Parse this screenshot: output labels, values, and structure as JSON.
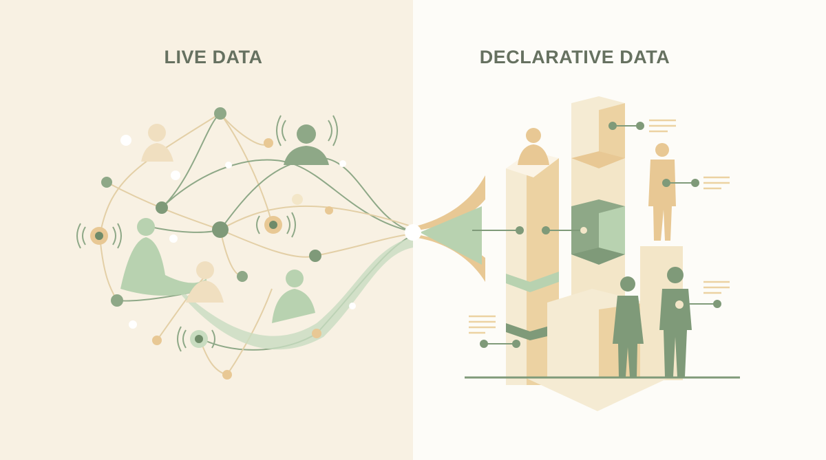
{
  "left_panel": {
    "title": "LIVE DATA",
    "background": "#f8f1e3",
    "description": "network of people silhouettes connected by flowing lines and nodes, with signal/broadcast icons"
  },
  "right_panel": {
    "title": "DECLARATIVE DATA",
    "background": "#fdfcf8",
    "description": "stacked isometric blocks with people silhouettes, connector pins and text-line labels on a baseline"
  },
  "colors": {
    "title_text": "#667160",
    "sage_dark": "#7f9a79",
    "sage_light": "#b8d2b0",
    "sand": "#e8c894",
    "sand_light": "#f3e6c8",
    "cream": "#f5ebd3"
  },
  "icons": [
    "person-silhouette",
    "broadcast-signal-icon",
    "network-node",
    "connector-pin",
    "text-lines-label",
    "funnel"
  ]
}
